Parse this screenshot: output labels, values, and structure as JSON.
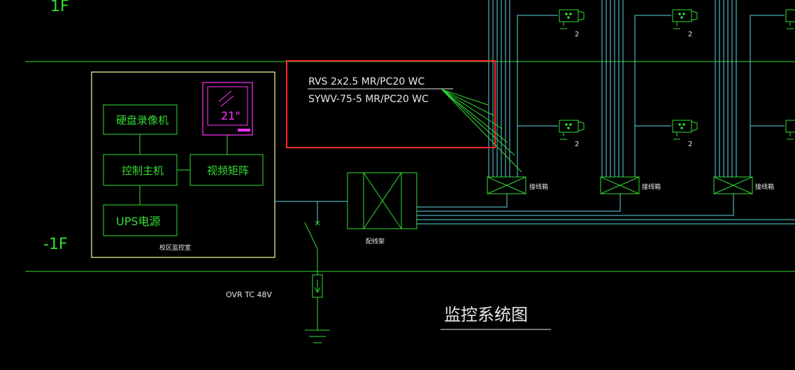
{
  "floors": {
    "upper": "1F",
    "lower": "-1F"
  },
  "control_room": {
    "label": "校区监控室",
    "boxes": {
      "dvr": "硬盘录像机",
      "host": "控制主机",
      "ups": "UPS电源",
      "matrix": "视频矩阵"
    },
    "monitor": "21\""
  },
  "cable_spec": {
    "line1": "RVS 2x2.5  MR/PC20  WC",
    "line2": "SYWV-75-5  MR/PC20  WC"
  },
  "distribution_frame": "配线架",
  "junction_box": "接线箱",
  "camera_count": "2",
  "surge_protector": "OVR TC 48V",
  "title": "监控系统图",
  "colors": {
    "green": "#33dd33",
    "cyan": "#5fd6e0",
    "yellow": "#ffff99",
    "magenta": "#ff33ff",
    "red": "#ff2a2a",
    "white": "#e8e8e8"
  }
}
